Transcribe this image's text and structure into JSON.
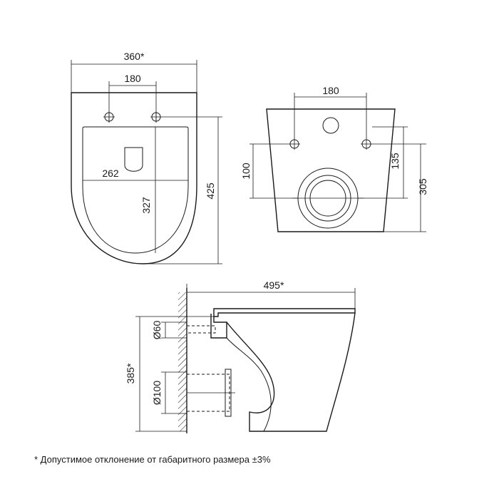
{
  "top_view": {
    "width_label": "360*",
    "hole_spacing_label": "180",
    "inner_width_label": "262",
    "inner_depth_label": "327",
    "total_depth_label": "425"
  },
  "rear_view": {
    "hole_spacing_label": "180",
    "left_height_label": "100",
    "right_height_label": "135",
    "total_height_label": "305"
  },
  "side_view": {
    "length_label": "495*",
    "height_label": "385*",
    "inlet_label": "Ø60",
    "outlet_label": "Ø100"
  },
  "footnote": "* Допустимое отклонение от габаритного размера ±3%"
}
